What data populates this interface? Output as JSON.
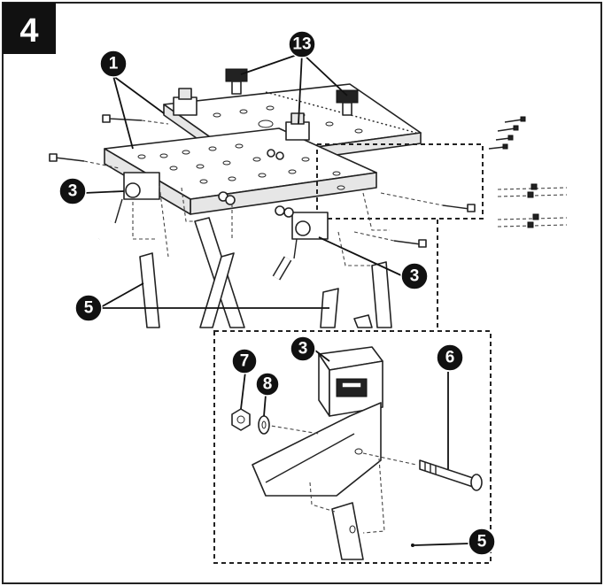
{
  "step": {
    "number": "4"
  },
  "callouts": [
    {
      "id": "c1",
      "label": "1"
    },
    {
      "id": "c13",
      "label": "13"
    },
    {
      "id": "c3a",
      "label": "3"
    },
    {
      "id": "c3b",
      "label": "3"
    },
    {
      "id": "c5a",
      "label": "5"
    },
    {
      "id": "c3c",
      "label": "3"
    },
    {
      "id": "c6",
      "label": "6"
    },
    {
      "id": "c7",
      "label": "7"
    },
    {
      "id": "c8",
      "label": "8"
    },
    {
      "id": "c5b",
      "label": "5"
    }
  ],
  "colors": {
    "ink": "#111111",
    "paper": "#ffffff",
    "frame": "#222222"
  }
}
